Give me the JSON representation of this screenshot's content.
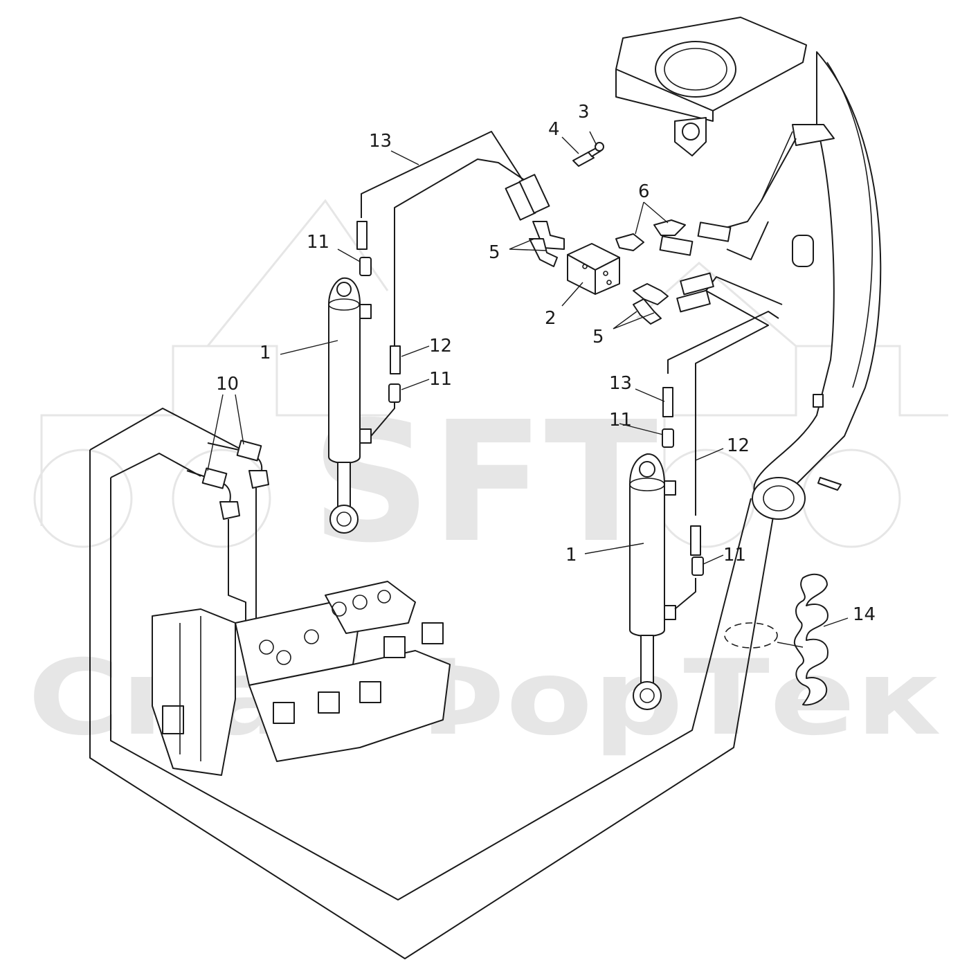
{
  "watermark": {
    "logo_text": "SFT",
    "brand_text": "СкайФорТек"
  },
  "callouts": [
    {
      "id": "c1a",
      "text": "1"
    },
    {
      "id": "c1b",
      "text": "1"
    },
    {
      "id": "c2",
      "text": "2"
    },
    {
      "id": "c3",
      "text": "3"
    },
    {
      "id": "c4",
      "text": "4"
    },
    {
      "id": "c5a",
      "text": "5"
    },
    {
      "id": "c5b",
      "text": "5"
    },
    {
      "id": "c6",
      "text": "6"
    },
    {
      "id": "c10",
      "text": "10"
    },
    {
      "id": "c11a",
      "text": "11"
    },
    {
      "id": "c11b",
      "text": "11"
    },
    {
      "id": "c11c",
      "text": "11"
    },
    {
      "id": "c11d",
      "text": "11"
    },
    {
      "id": "c12a",
      "text": "12"
    },
    {
      "id": "c12b",
      "text": "12"
    },
    {
      "id": "c13a",
      "text": "13"
    },
    {
      "id": "c13b",
      "text": "13"
    },
    {
      "id": "c14",
      "text": "14"
    }
  ]
}
